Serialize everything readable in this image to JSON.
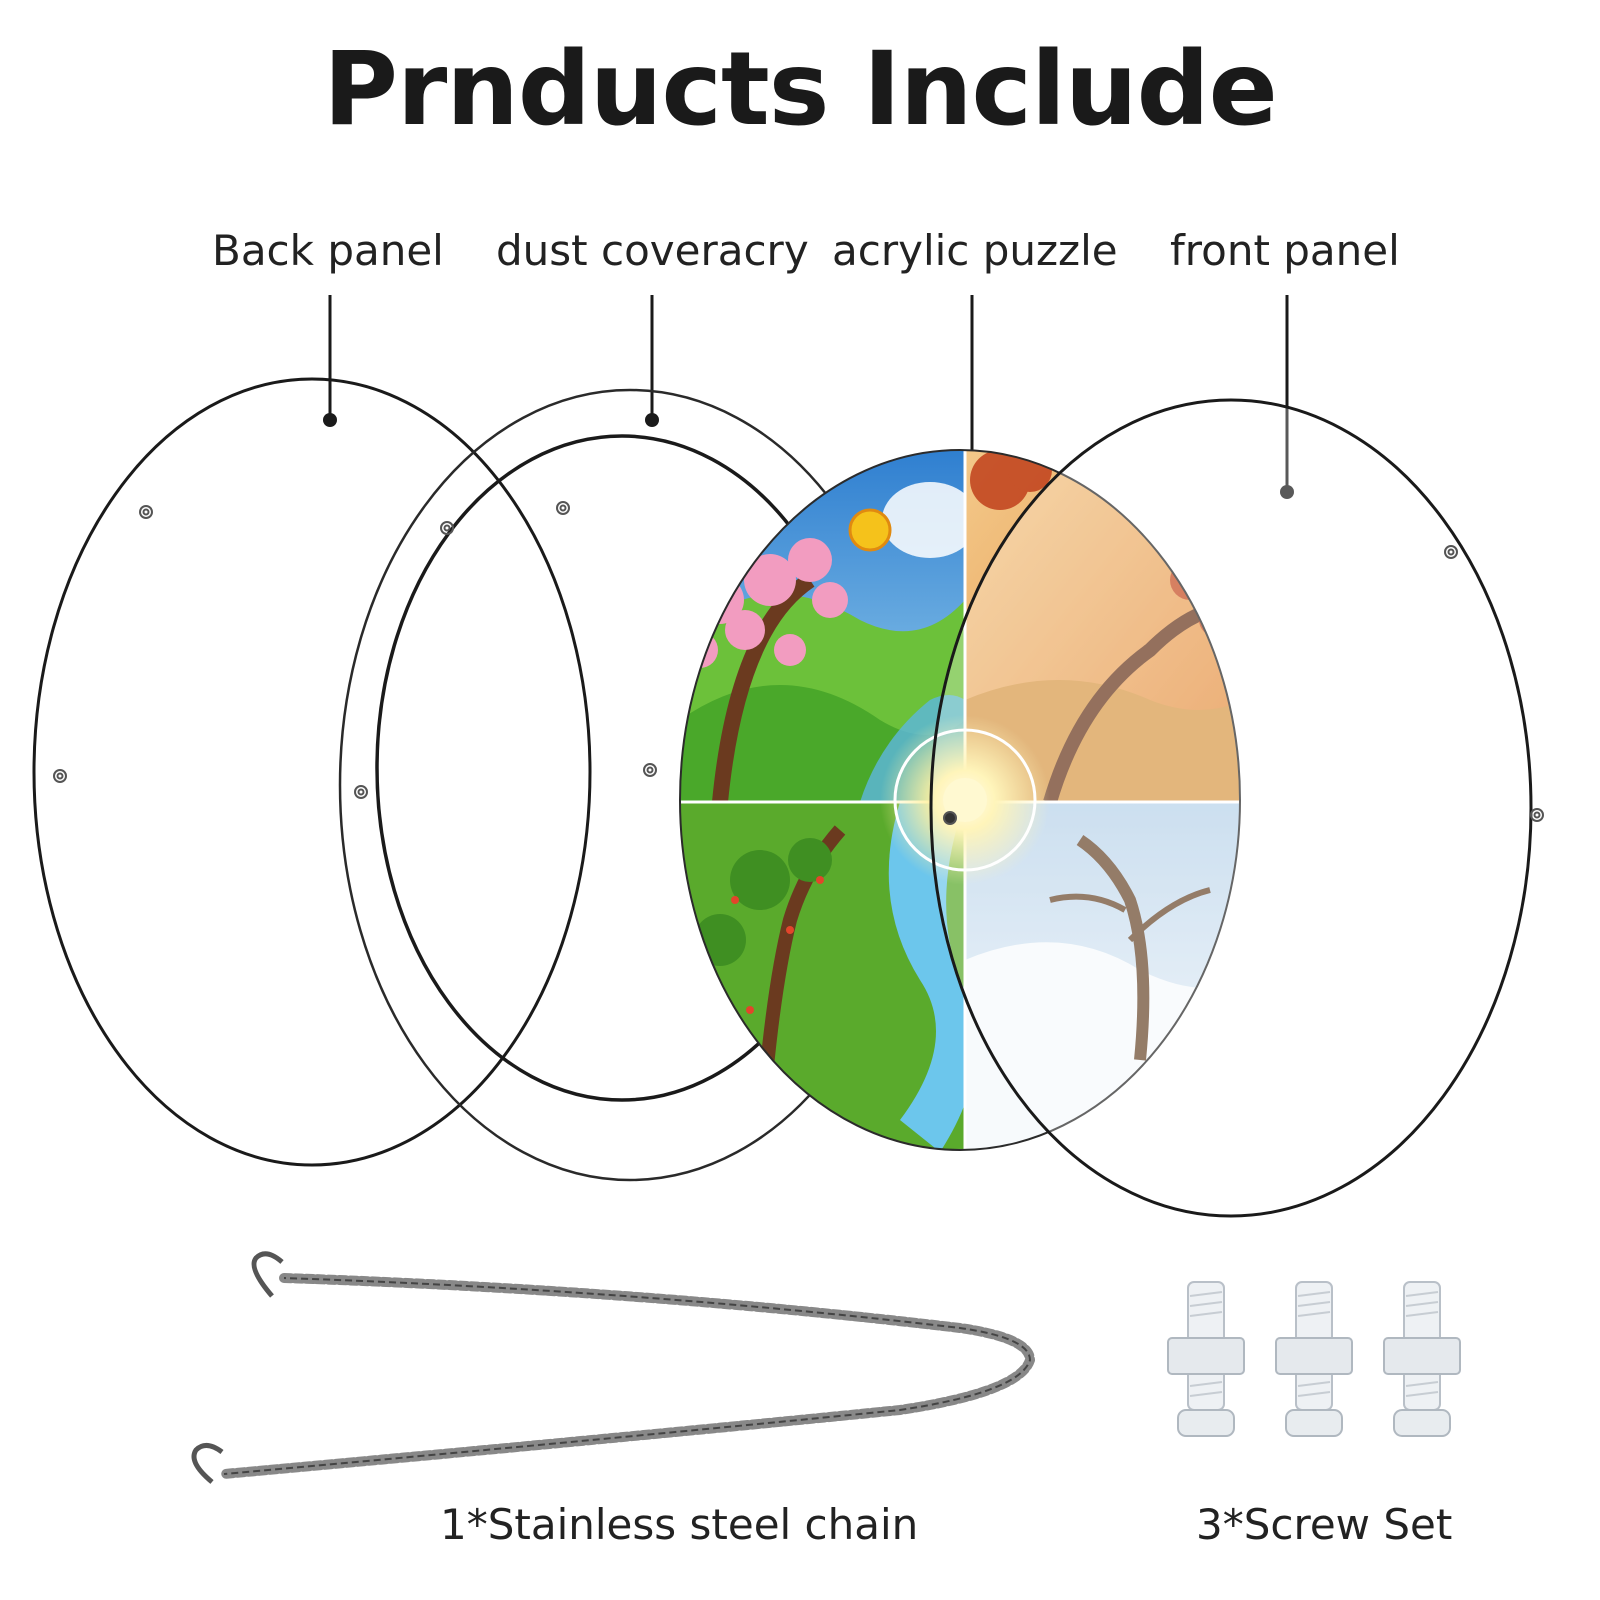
{
  "title": "Prnducts Include",
  "labels": {
    "back_panel": "Back panel",
    "dust_cover": "dust coveracry",
    "acrylic_puzzle": "acrylic puzzle",
    "front_panel": "front panel"
  },
  "captions": {
    "chain": "1*Stainless steel chain",
    "screws": "3*Screw Set"
  },
  "colors": {
    "line": "#1a1a1a",
    "spring_sky": "#3fa3d8",
    "spring_grass": "#5fb52f",
    "summer_grass": "#4e9a2a",
    "autumn": "#e7a85a",
    "winter": "#dfe8f1"
  }
}
